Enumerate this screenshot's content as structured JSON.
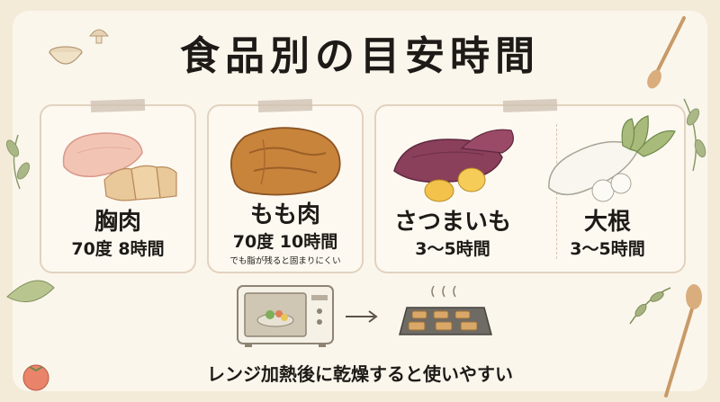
{
  "title": "食品別の目安時間",
  "items": [
    {
      "icon": "chicken-breast-icon",
      "name": "胸肉",
      "time": "70度 8時間",
      "note": ""
    },
    {
      "icon": "chicken-thigh-icon",
      "name": "もも肉",
      "time": "70度 10時間",
      "note": "でも脂が残ると固まりにくい"
    },
    {
      "icon": "sweet-potato-icon",
      "name": "さつまいも",
      "time": "3〜5時間",
      "note": ""
    },
    {
      "icon": "daikon-icon",
      "name": "大根",
      "time": "3〜5時間",
      "note": ""
    }
  ],
  "bottom": {
    "icons": [
      "microwave-icon",
      "arrow-icon",
      "drying-tray-icon"
    ],
    "caption": "レンジ加熱後に乾燥すると使いやすい"
  },
  "colors": {
    "background": "#f4ead8",
    "card_border": "#e2d2bf",
    "text": "#1e1a17",
    "leaf": "#8a9a6a"
  }
}
